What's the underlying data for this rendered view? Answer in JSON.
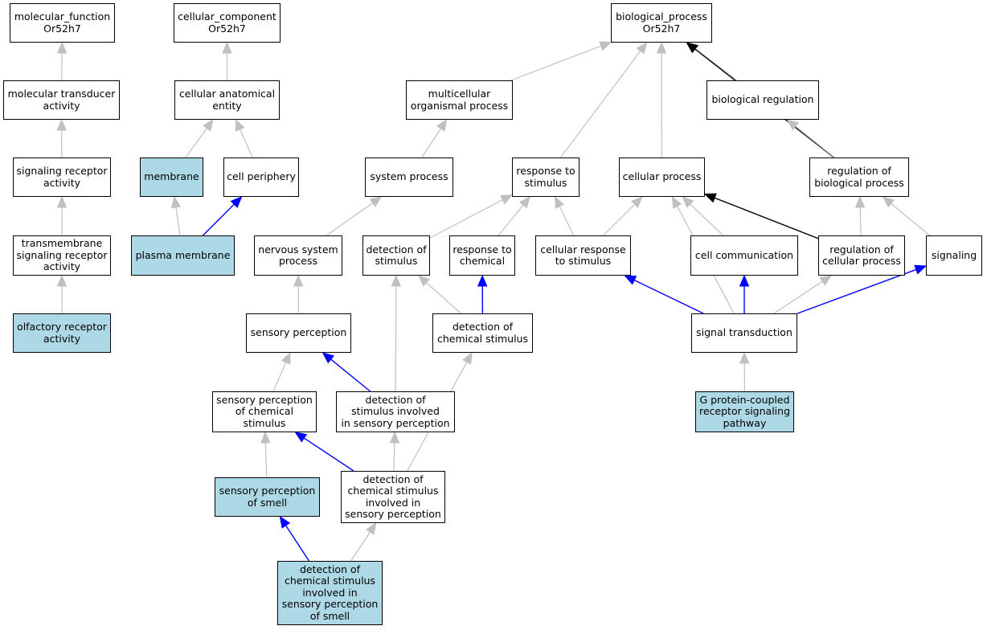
{
  "colors": {
    "highlight": "#add8e6",
    "is_a": "#c0c0c0",
    "part_of": "#0000ff",
    "regulates": "#000000"
  },
  "nodes": {
    "mf": {
      "label": "molecular_function\nOr52h7",
      "highlight": false
    },
    "mta": {
      "label": "molecular transducer\nactivity",
      "highlight": false
    },
    "sra": {
      "label": "signaling receptor\nactivity",
      "highlight": false
    },
    "tsra": {
      "label": "transmembrane\nsignaling receptor\nactivity",
      "highlight": false
    },
    "ora": {
      "label": "olfactory receptor\nactivity",
      "highlight": true
    },
    "cc": {
      "label": "cellular_component\nOr52h7",
      "highlight": false
    },
    "cae": {
      "label": "cellular anatomical\nentity",
      "highlight": false
    },
    "mem": {
      "label": "membrane",
      "highlight": true
    },
    "cper": {
      "label": "cell periphery",
      "highlight": false
    },
    "pm": {
      "label": "plasma membrane",
      "highlight": true
    },
    "bp": {
      "label": "biological_process\nOr52h7",
      "highlight": false
    },
    "mop": {
      "label": "multicellular\norganismal process",
      "highlight": false
    },
    "breg": {
      "label": "biological regulation",
      "highlight": false
    },
    "sysp": {
      "label": "system process",
      "highlight": false
    },
    "rts": {
      "label": "response to\nstimulus",
      "highlight": false
    },
    "cp": {
      "label": "cellular process",
      "highlight": false
    },
    "rbp": {
      "label": "regulation of\nbiological process",
      "highlight": false
    },
    "nsp": {
      "label": "nervous system\nprocess",
      "highlight": false
    },
    "dos": {
      "label": "detection of\nstimulus",
      "highlight": false
    },
    "rtc": {
      "label": "response to\nchemical",
      "highlight": false
    },
    "crs": {
      "label": "cellular response\nto stimulus",
      "highlight": false
    },
    "ccom": {
      "label": "cell communication",
      "highlight": false
    },
    "rcp": {
      "label": "regulation of\ncellular process",
      "highlight": false
    },
    "sig": {
      "label": "signaling",
      "highlight": false
    },
    "sp": {
      "label": "sensory perception",
      "highlight": false
    },
    "dcs": {
      "label": "detection of\nchemical stimulus",
      "highlight": false
    },
    "st": {
      "label": "signal transduction",
      "highlight": false
    },
    "spcs": {
      "label": "sensory perception\nof chemical\nstimulus",
      "highlight": false
    },
    "dsisp": {
      "label": "detection of\nstimulus involved\nin sensory perception",
      "highlight": false
    },
    "gpcr": {
      "label": "G protein-coupled\nreceptor signaling\npathway",
      "highlight": true
    },
    "sps": {
      "label": "sensory perception\nof smell",
      "highlight": true
    },
    "dcsisp": {
      "label": "detection of\nchemical stimulus\ninvolved in\nsensory perception",
      "highlight": false
    },
    "dcsispos": {
      "label": "detection of\nchemical stimulus\ninvolved in\nsensory perception\nof smell",
      "highlight": true
    }
  },
  "edges": [
    {
      "from": "mta",
      "to": "mf",
      "type": "is_a"
    },
    {
      "from": "sra",
      "to": "mta",
      "type": "is_a"
    },
    {
      "from": "tsra",
      "to": "sra",
      "type": "is_a"
    },
    {
      "from": "ora",
      "to": "tsra",
      "type": "is_a"
    },
    {
      "from": "cae",
      "to": "cc",
      "type": "is_a"
    },
    {
      "from": "mem",
      "to": "cae",
      "type": "is_a"
    },
    {
      "from": "cper",
      "to": "cae",
      "type": "is_a"
    },
    {
      "from": "pm",
      "to": "mem",
      "type": "is_a"
    },
    {
      "from": "pm",
      "to": "cper",
      "type": "part_of"
    },
    {
      "from": "mop",
      "to": "bp",
      "type": "is_a"
    },
    {
      "from": "rts",
      "to": "bp",
      "type": "is_a"
    },
    {
      "from": "cp",
      "to": "bp",
      "type": "is_a"
    },
    {
      "from": "breg",
      "to": "bp",
      "type": "is_a"
    },
    {
      "from": "rbp",
      "to": "bp",
      "type": "regulates"
    },
    {
      "from": "sysp",
      "to": "mop",
      "type": "is_a"
    },
    {
      "from": "rbp",
      "to": "breg",
      "type": "is_a"
    },
    {
      "from": "nsp",
      "to": "sysp",
      "type": "is_a"
    },
    {
      "from": "dos",
      "to": "rts",
      "type": "is_a"
    },
    {
      "from": "rtc",
      "to": "rts",
      "type": "is_a"
    },
    {
      "from": "crs",
      "to": "rts",
      "type": "is_a"
    },
    {
      "from": "crs",
      "to": "cp",
      "type": "is_a"
    },
    {
      "from": "ccom",
      "to": "cp",
      "type": "is_a"
    },
    {
      "from": "rcp",
      "to": "cp",
      "type": "regulates"
    },
    {
      "from": "rcp",
      "to": "rbp",
      "type": "is_a"
    },
    {
      "from": "sig",
      "to": "rbp",
      "type": "is_a"
    },
    {
      "from": "st",
      "to": "cp",
      "type": "is_a"
    },
    {
      "from": "sp",
      "to": "nsp",
      "type": "is_a"
    },
    {
      "from": "dcs",
      "to": "dos",
      "type": "is_a"
    },
    {
      "from": "dcs",
      "to": "rtc",
      "type": "part_of"
    },
    {
      "from": "st",
      "to": "crs",
      "type": "part_of"
    },
    {
      "from": "st",
      "to": "ccom",
      "type": "part_of"
    },
    {
      "from": "st",
      "to": "rcp",
      "type": "is_a"
    },
    {
      "from": "st",
      "to": "sig",
      "type": "part_of"
    },
    {
      "from": "spcs",
      "to": "sp",
      "type": "is_a"
    },
    {
      "from": "dsisp",
      "to": "sp",
      "type": "part_of"
    },
    {
      "from": "dsisp",
      "to": "dos",
      "type": "is_a"
    },
    {
      "from": "gpcr",
      "to": "st",
      "type": "is_a"
    },
    {
      "from": "sps",
      "to": "spcs",
      "type": "is_a"
    },
    {
      "from": "dcsisp",
      "to": "spcs",
      "type": "part_of"
    },
    {
      "from": "dcsisp",
      "to": "dsisp",
      "type": "is_a"
    },
    {
      "from": "dcsisp",
      "to": "dcs",
      "type": "is_a"
    },
    {
      "from": "dcsispos",
      "to": "sps",
      "type": "part_of"
    },
    {
      "from": "dcsispos",
      "to": "dcsisp",
      "type": "is_a"
    }
  ]
}
